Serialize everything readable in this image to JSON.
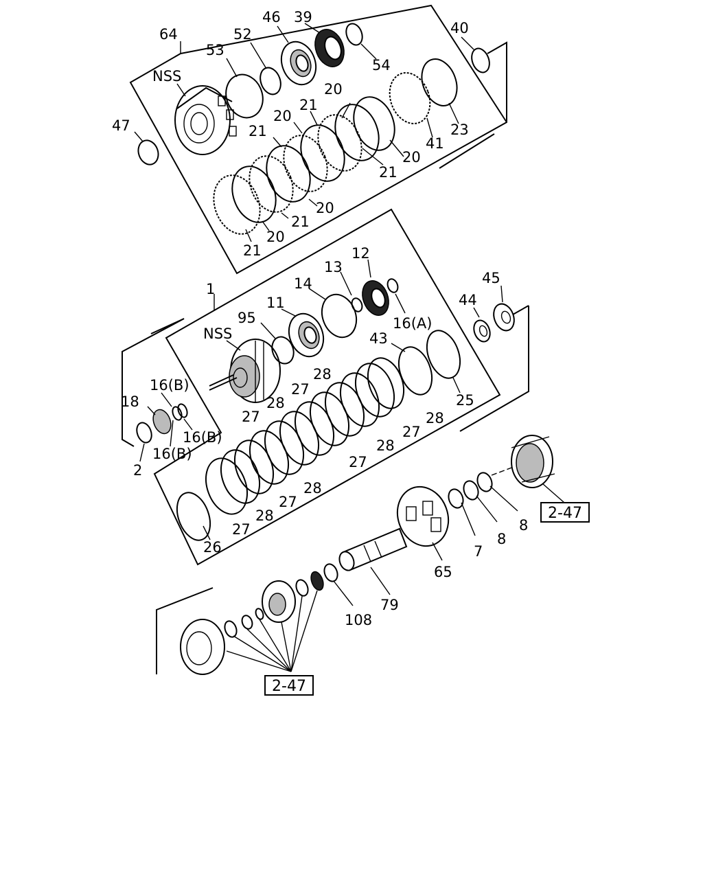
{
  "callouts": {
    "c64": "64",
    "c52": "52",
    "c46": "46",
    "c39": "39",
    "c40": "40",
    "c53": "53",
    "c54": "54",
    "nss_top": "NSS",
    "c47": "47",
    "c20": "20",
    "c21": "21",
    "c23": "23",
    "c41": "41",
    "c1": "1",
    "c12": "12",
    "c13": "13",
    "c14": "14",
    "c11": "11",
    "c95": "95",
    "c45": "45",
    "c44": "44",
    "c16a": "16(A)",
    "nss_mid": "NSS",
    "c43": "43",
    "c25": "25",
    "c28": "28",
    "c27": "27",
    "c26": "26",
    "c16b": "16(B)",
    "c18": "18",
    "c2": "2",
    "c8": "8",
    "c7": "7",
    "c65": "65",
    "c79": "79",
    "c108": "108"
  },
  "refs": {
    "upper": "2-47",
    "lower": "2-47"
  }
}
